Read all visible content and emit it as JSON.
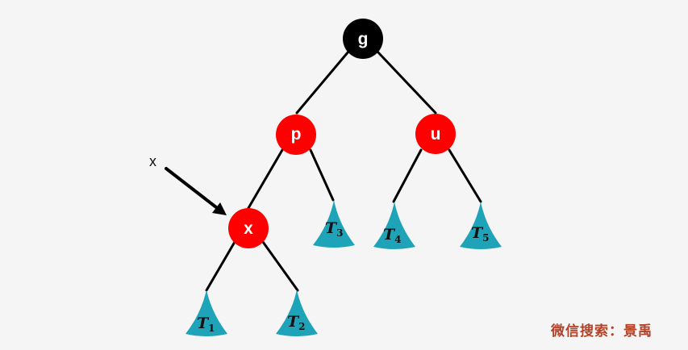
{
  "colors": {
    "background": "#f5f5f5",
    "black_node": "#000000",
    "red_node": "#ff0000",
    "subtree": "#1fa3b8",
    "edge": "#000000",
    "watermark": "#b0432a"
  },
  "nodes": {
    "g": {
      "label": "g",
      "color": "black"
    },
    "p": {
      "label": "p",
      "color": "red"
    },
    "u": {
      "label": "u",
      "color": "red"
    },
    "x": {
      "label": "x",
      "color": "red"
    }
  },
  "subtrees": {
    "t1": {
      "label": "T",
      "sub": "1"
    },
    "t2": {
      "label": "T",
      "sub": "2"
    },
    "t3": {
      "label": "T",
      "sub": "3"
    },
    "t4": {
      "label": "T",
      "sub": "4"
    },
    "t5": {
      "label": "T",
      "sub": "5"
    }
  },
  "pointer": {
    "label": "x"
  },
  "watermark": {
    "text": "微信搜索：景禹"
  }
}
